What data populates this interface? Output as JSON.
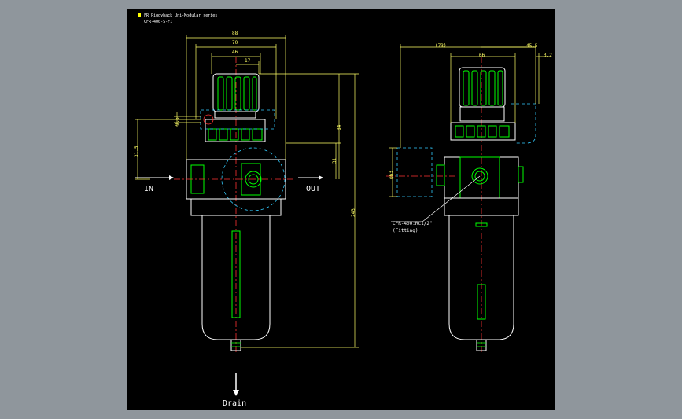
{
  "title_line1": "FR Piggyback Uni-Modular series",
  "title_line2": "CFR-400-S-F1",
  "left_view": {
    "dim_88": "88",
    "dim_70": "70",
    "dim_46": "46",
    "dim_17": "17",
    "dim_9_5": "9.5",
    "dim_31_5": "31.5",
    "dim_84": "84",
    "dim_31": "31",
    "dim_243": "243",
    "inlet_label": "IN",
    "outlet_label": "OUT",
    "drain_label": "Drain"
  },
  "right_view": {
    "dim_73": "(73)",
    "dim_66": "66",
    "dim_45_5": "45.5",
    "dim_3_2": "3.2",
    "dim_phi63": "φ63",
    "fitting_label": "CFR-400:Rc1/2\"",
    "fitting_sub": "(Fitting)"
  },
  "colors": {
    "background": "#000000",
    "frame": "#8f969c",
    "outline": "#ffffff",
    "part_green": "#00ff00",
    "dimension": "#ffff66",
    "center": "#ff3333",
    "hidden": "#33ccff"
  }
}
